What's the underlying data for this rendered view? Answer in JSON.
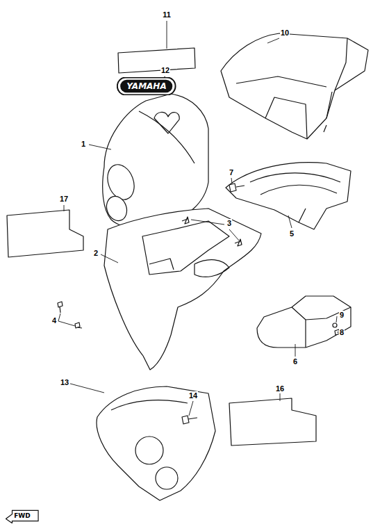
{
  "diagram": {
    "nodes": [
      {
        "text": [
          "YAMAHA"
        ]
      },
      {
        "text": [
          "FWD"
        ]
      }
    ],
    "labels": [
      "11",
      "10",
      "12",
      "1",
      "7",
      "17",
      "3",
      "5",
      "2",
      "4",
      "9",
      "8",
      "6",
      "13",
      "14",
      "16"
    ]
  }
}
